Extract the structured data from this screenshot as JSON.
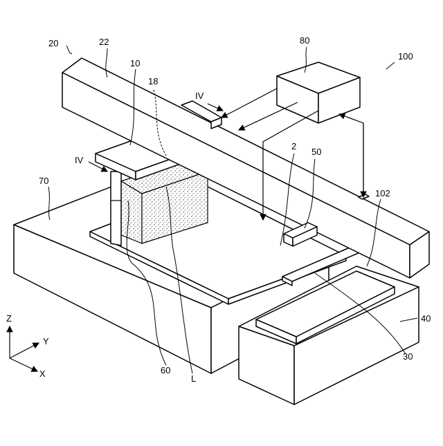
{
  "labels": {
    "l20": "20",
    "l22": "22",
    "l10": "10",
    "l18": "18",
    "l80": "80",
    "l100": "100",
    "liv_top": "IV",
    "liv_left": "IV",
    "l2": "2",
    "l50": "50",
    "l70": "70",
    "l102": "102",
    "l40": "40",
    "l30": "30",
    "l60": "60",
    "lL": "L"
  },
  "axes": {
    "z": "Z",
    "y": "Y",
    "x": "X"
  }
}
